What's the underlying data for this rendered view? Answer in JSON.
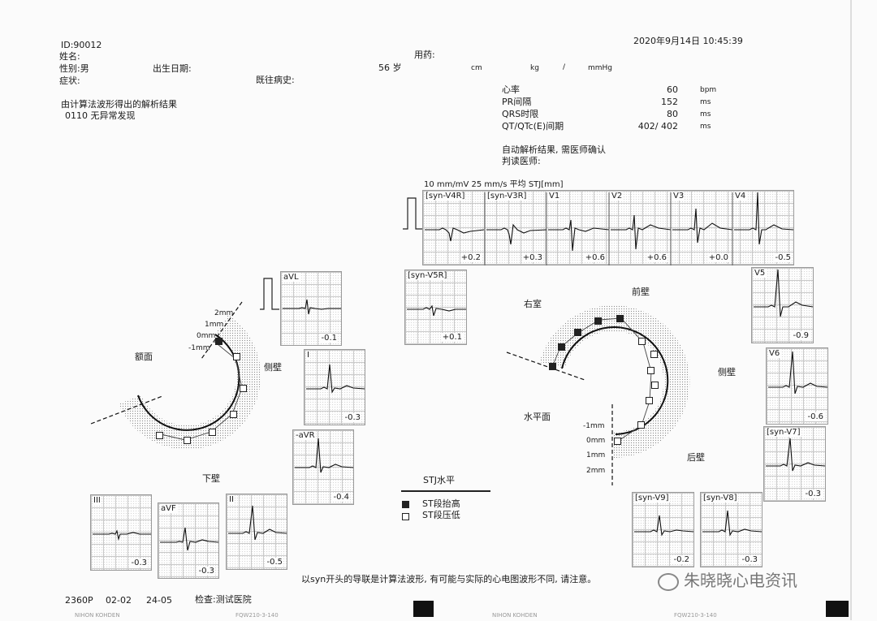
{
  "header": {
    "id": "ID:90012",
    "datetime": "2020年9月14日  10:45:39",
    "name_label": "姓名:",
    "sex_label": "性别:男",
    "birth_label": "出生日期:",
    "symptom_label": "症状:",
    "history_label": "既往病史:",
    "medication_label": "用药:",
    "age": "56 岁",
    "unit_cm": "cm",
    "unit_kg": "kg",
    "unit_slash": "/",
    "unit_mmhg": "mmHg"
  },
  "analysis": {
    "title": "由计算法波形得出的解析结果",
    "result": "0110   无异常发现"
  },
  "measurements": [
    {
      "label": "心率",
      "value": "60",
      "unit": "bpm"
    },
    {
      "label": "PR间隔",
      "value": "152",
      "unit": "ms"
    },
    {
      "label": "QRS时限",
      "value": "80",
      "unit": "ms"
    },
    {
      "label": "QT/QTc(E)间期",
      "value": "402/ 402",
      "unit": "ms"
    }
  ],
  "confirm": {
    "auto_note": "自动解析结果, 需医师确认",
    "reader_label": "判读医师:"
  },
  "settings": "10 mm/mV   25 mm/s   平均 STJ[mm]",
  "top_leads": [
    {
      "name": "[syn-V4R]",
      "st": "+0.2"
    },
    {
      "name": "[syn-V3R]",
      "st": "+0.3"
    },
    {
      "name": "V1",
      "st": "+0.6"
    },
    {
      "name": "V2",
      "st": "+0.6"
    },
    {
      "name": "V3",
      "st": "+0.0"
    },
    {
      "name": "V4",
      "st": "-0.5"
    }
  ],
  "frontal": {
    "title": "额面",
    "lateral": "侧壁",
    "inferior": "下壁",
    "scale": [
      "2mm",
      "1mm",
      "0mm",
      "-1mm"
    ],
    "leads": {
      "avl": {
        "name": "aVL",
        "st": "-0.1"
      },
      "i": {
        "name": "I",
        "st": "-0.3"
      },
      "mavr": {
        "name": "-aVR",
        "st": "-0.4"
      },
      "iii": {
        "name": "III",
        "st": "-0.3"
      },
      "avf": {
        "name": "aVF",
        "st": "-0.3"
      },
      "ii": {
        "name": "II",
        "st": "-0.5"
      }
    }
  },
  "horizontal": {
    "title": "水平面",
    "rv": "右室",
    "anterior": "前壁",
    "lateral": "侧壁",
    "posterior": "后壁",
    "scale": [
      "-1mm",
      "0mm",
      "1mm",
      "2mm"
    ],
    "leads": {
      "v5r": {
        "name": "[syn-V5R]",
        "st": "+0.1"
      },
      "v5": {
        "name": "V5",
        "st": "-0.9"
      },
      "v6": {
        "name": "V6",
        "st": "-0.6"
      },
      "v7": {
        "name": "[syn-V7]",
        "st": "-0.3"
      },
      "v9": {
        "name": "[syn-V9]",
        "st": "-0.2"
      },
      "v8": {
        "name": "[syn-V8]",
        "st": "-0.3"
      }
    }
  },
  "legend": {
    "title": "STJ水平",
    "elevation": "ST段抬高",
    "depression": "ST段压低"
  },
  "footnote": "以syn开头的导联是计算法波形, 有可能与实际的心电图波形不同, 请注意。",
  "watermark": "朱晓晓心电资讯",
  "footer": {
    "code1": "2360P",
    "code2": "02-02",
    "code3": "24-05",
    "hospital": "检查:测试医院",
    "brand": "NIHON KOHDEN",
    "paper": "FQW210-3-140"
  }
}
